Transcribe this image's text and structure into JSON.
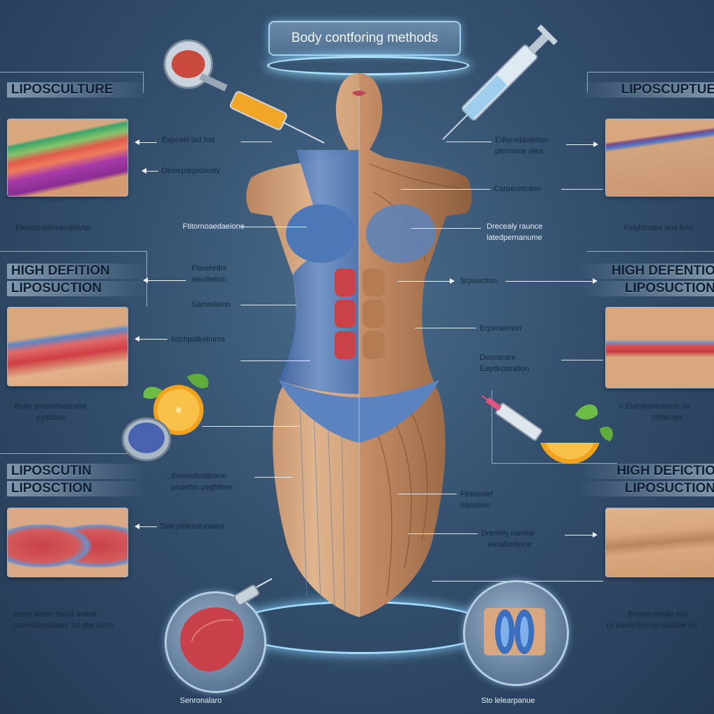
{
  "title": "Body contforing methods",
  "panels": {
    "left_top": {
      "title": "LIPOSCULTURE",
      "caption": "Elecdenalemendolvtal"
    },
    "left_mid": {
      "title_1": "HIGH DEFITION",
      "title_2": "LIPOSUCTION",
      "caption_1": "Body prnlertowlerand",
      "caption_2": "eyatilare"
    },
    "left_bot": {
      "title_1": "LIPOSCUTIN",
      "title_2": "LIPOSCTION",
      "caption_1": "Beae fenler tavad anlote",
      "caption_2": "amentaledatelor ad ebe blore."
    },
    "right_top": {
      "title": "LIPOSCUPTUE",
      "caption": "Felghtrutes and foru"
    },
    "right_mid": {
      "title_1": "HIGH DEFENTIO",
      "title_2": "LIPOSUCTION",
      "caption_1": "n Elehdrentoitaon ud",
      "caption_2": "imfalcare."
    },
    "right_bot": {
      "title_1": "HIGH DEFICTIO",
      "title_2": "LIPOSUCTION",
      "caption_1": "Bnyperaleidle ntlo",
      "caption_2": "(o baelehtechio ebatnie nu"
    }
  },
  "labels": {
    "l1": "Esposel lad fret",
    "l2": "Desleparpistiealy",
    "l3": "Ftitornoaedaeione",
    "l4_1": "Ftarehnfre",
    "l4_2": "elealtetion",
    "l5": "Samreleion",
    "l6": "Istchpatkelmros",
    "l7_1": "Emeroferatoano",
    "l7_2": "pnaetso pegbitme",
    "l8": "Deb pelesatunlaeo",
    "r1_1": "Edtenetanletion",
    "r1_2": "pleroieoe elea",
    "r2": "Carpeuelction",
    "r3_1": "Drecealy raunce",
    "r3_2": "latedpernanume",
    "r4": "Srpauction",
    "r5": "Erparaeinon",
    "r6_1": "Dencerare",
    "r6_2": "Eaydeparatlon",
    "r7_1": "Ftrerewef",
    "r7_2": "Islenition",
    "r8_1": "Dreoslly raerloe",
    "r8_2": "elelaberlinne"
  },
  "bottom": {
    "left_label": "Senronalaro",
    "right_label": "Sto lelearpanue"
  },
  "colors": {
    "accent_glow": "#9fdcff",
    "background": "#34506e",
    "skin": "#c79870",
    "garment": "#4f78b5",
    "muscle": "#c8424a"
  },
  "icons": [
    "syringe-icon",
    "syringe-icon",
    "muscle-tissue-icon",
    "orange-slice-icon",
    "cream-jar-icon",
    "orange-slice-icon",
    "syringe-icon"
  ]
}
